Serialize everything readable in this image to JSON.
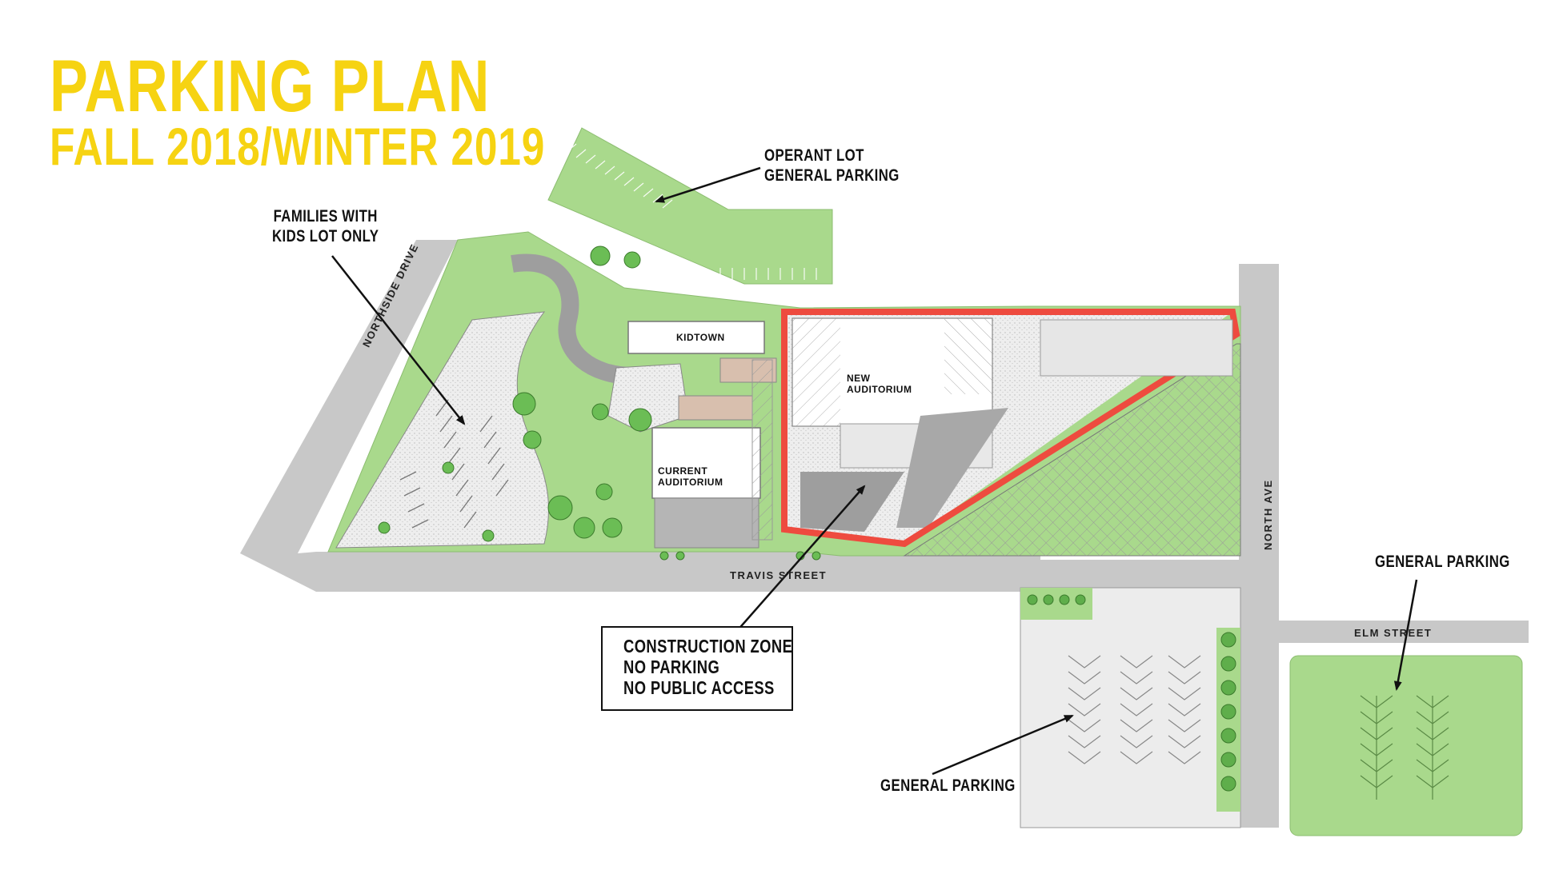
{
  "title": {
    "main": "PARKING PLAN",
    "sub": "FALL 2018/WINTER 2019"
  },
  "labels": {
    "operant_lot": [
      "OPERANT LOT",
      "GENERAL PARKING"
    ],
    "families_lot": [
      "FAMILIES WITH",
      "KIDS LOT ONLY"
    ],
    "construction_zone": [
      "CONSTRUCTION ZONE",
      "NO PARKING",
      "NO PUBLIC ACCESS"
    ],
    "general_parking_south": "GENERAL PARKING",
    "general_parking_east": "GENERAL PARKING"
  },
  "buildings": {
    "kidtown": "KIDTOWN",
    "new_auditorium": [
      "NEW",
      "AUDITORIUM"
    ],
    "current_auditorium": [
      "CURRENT",
      "AUDITORIUM"
    ]
  },
  "streets": {
    "northside": "NORTHSIDE DRIVE",
    "travis": "TRAVIS STREET",
    "north_ave": "NORTH AVE",
    "elm": "ELM STREET"
  },
  "colors": {
    "title": "#f6d312",
    "road": "#c8c8c8",
    "grass": "#a9d98c",
    "construction_outline": "#ee4b3f",
    "lot": "#f0f0f0"
  }
}
